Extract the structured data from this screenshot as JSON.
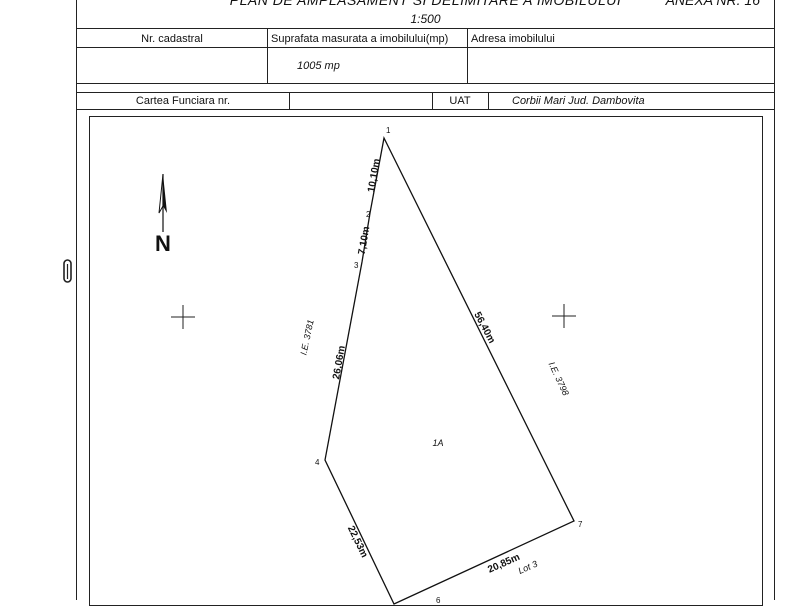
{
  "header": {
    "title": "PLAN DE AMPLASAMENT SI DELIMITARE A IMOBILULUI",
    "annex": "ANEXA NR. 16",
    "scale": "1:500"
  },
  "table": {
    "cadastral_label": "Nr. cadastral",
    "area_label": "Suprafata masurata a imobilului(mp)",
    "address_label": "Adresa imobilului",
    "area_value": "1005 mp",
    "carte_label": "Cartea Funciara nr.",
    "uat_label": "UAT",
    "uat_value": "Corbii Mari Jud. Dambovita"
  },
  "plan": {
    "north_label": "N",
    "parcel_label": "1A",
    "points": [
      "1",
      "2",
      "3",
      "4",
      "7",
      "6"
    ],
    "segments": [
      "10,10m",
      "7,10m",
      "26,06m",
      "22,53m",
      "20,85m",
      "56,40m"
    ],
    "neighbors": {
      "west": "I.E. 3781",
      "east": "I.E. 3798",
      "south": "Lot 3"
    }
  },
  "colors": {
    "ink": "#111111",
    "line": "#222222"
  }
}
